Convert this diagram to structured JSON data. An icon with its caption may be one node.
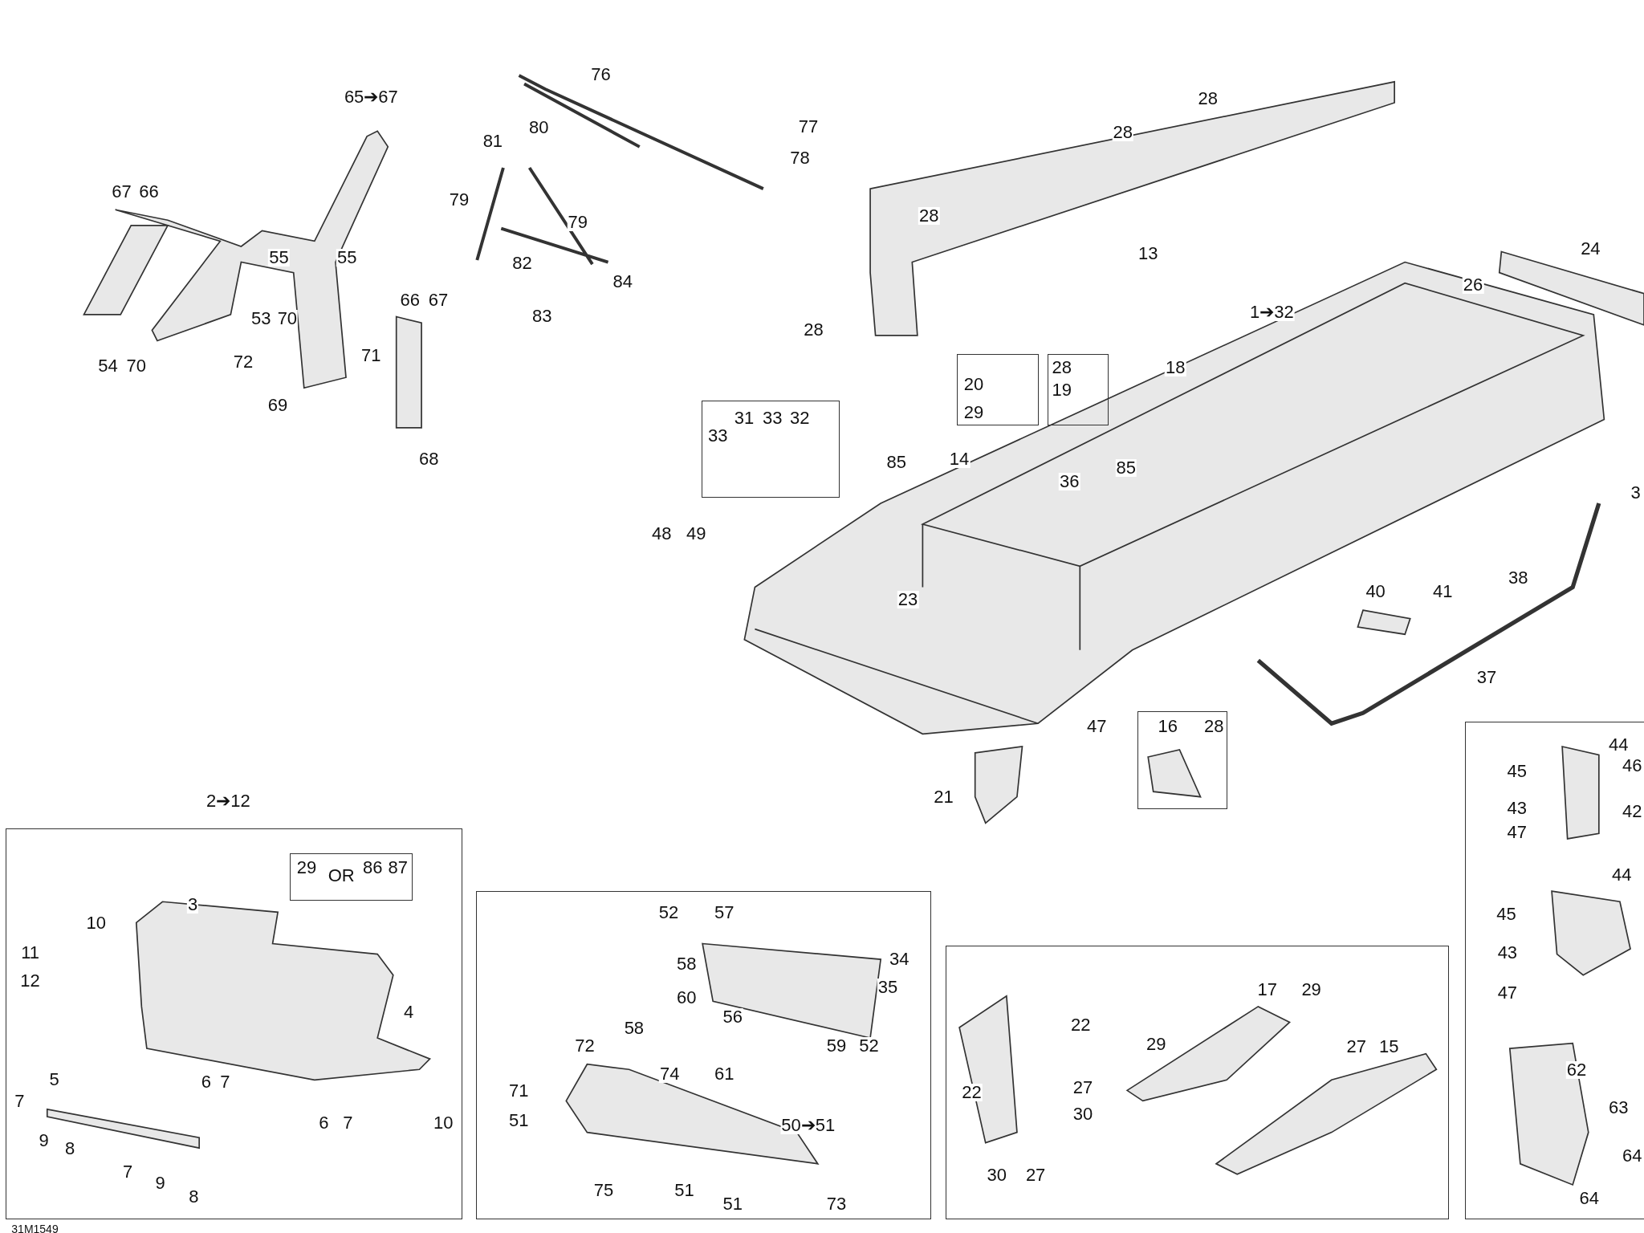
{
  "diagram": {
    "nodes": [
      {
        "text": [
          "2➔12",
          "3",
          "10",
          "11",
          "12",
          "4",
          "5",
          "7",
          "6",
          "7",
          "9",
          "8",
          "6",
          "7",
          "10",
          "7",
          "9",
          "8"
        ]
      },
      {
        "text": [
          "29",
          "OR",
          "86",
          "87"
        ],
        "in": 0
      },
      {
        "text": [
          "52",
          "57",
          "58",
          "34",
          "35",
          "60",
          "56",
          "58",
          "72",
          "59",
          "52",
          "74",
          "61",
          "71",
          "51",
          "50➔51",
          "75",
          "51",
          "51",
          "73"
        ]
      },
      {
        "text": [
          "22",
          "17",
          "29",
          "29",
          "27",
          "15",
          "22",
          "27",
          "30",
          "30",
          "27"
        ]
      },
      {
        "text": [
          "44",
          "46",
          "45",
          "43",
          "42",
          "47",
          "44",
          "45",
          "43",
          "47",
          "62",
          "63",
          "64",
          "64"
        ]
      },
      {
        "text": [
          "33",
          "31",
          "33",
          "32"
        ]
      },
      {
        "text": [
          "20",
          "29"
        ]
      },
      {
        "text": [
          "28",
          "19"
        ]
      },
      {
        "text": [
          "16",
          "28"
        ]
      }
    ],
    "edges": [],
    "labels": [
      "65➔67",
      "67",
      "66",
      "55",
      "55",
      "53",
      "70",
      "54",
      "70",
      "72",
      "71",
      "69",
      "66",
      "67",
      "68",
      "76",
      "77",
      "78",
      "81",
      "80",
      "79",
      "79",
      "82",
      "84",
      "83",
      "28",
      "28",
      "28",
      "13",
      "28",
      "24",
      "26",
      "1➔32",
      "18",
      "85",
      "14",
      "36",
      "85",
      "48",
      "49",
      "23",
      "3",
      "38",
      "40",
      "41",
      "37",
      "47",
      "21",
      "31M1549"
    ]
  }
}
